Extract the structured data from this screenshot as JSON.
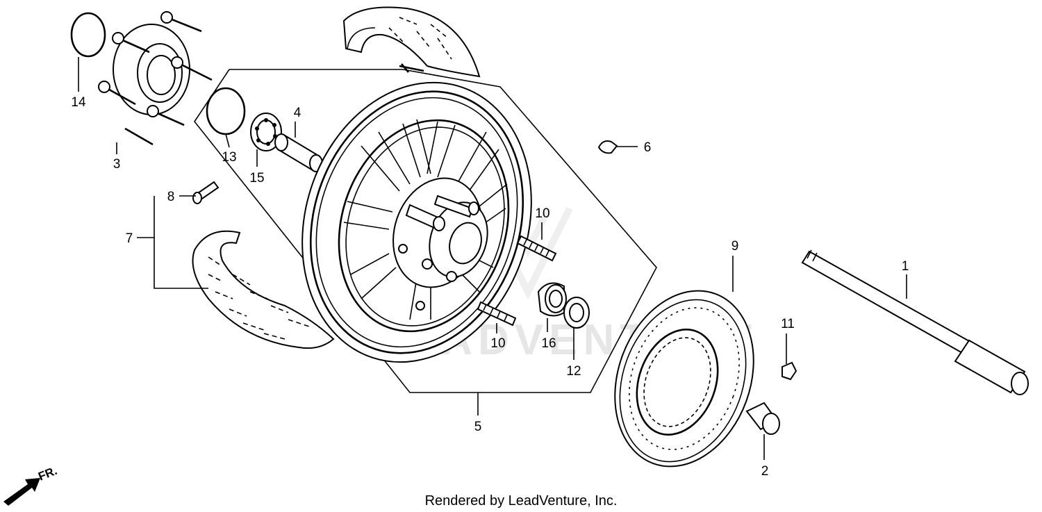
{
  "callouts": {
    "c1": "1",
    "c2": "2",
    "c3": "3",
    "c4": "4",
    "c5": "5",
    "c6": "6",
    "c7": "7",
    "c8": "8",
    "c9": "9",
    "c10a": "10",
    "c10b": "10",
    "c11": "11",
    "c12": "12",
    "c13": "13",
    "c14": "14",
    "c15": "15",
    "c16": "16"
  },
  "direction_label": "FR.",
  "watermark": "LEADVENTURE",
  "footer": "Rendered by LeadVenture, Inc."
}
